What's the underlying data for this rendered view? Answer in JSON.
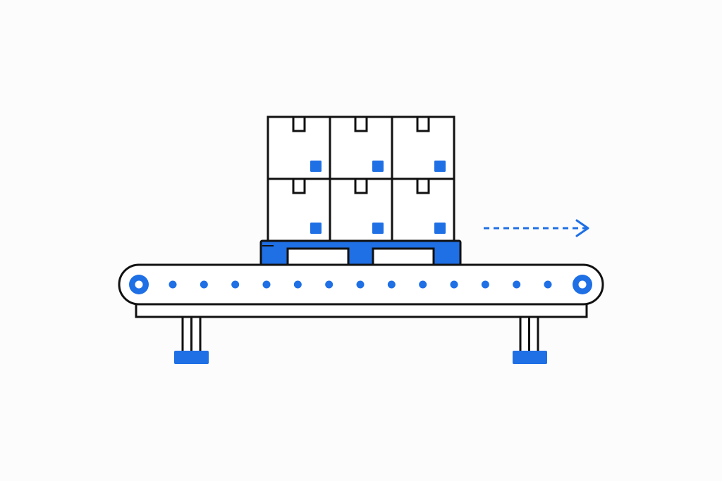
{
  "illustration": {
    "subject": "pallet-of-boxes-on-conveyor-belt",
    "colors": {
      "background": "#fcfcfc",
      "outline": "#111111",
      "accent": "#1f6fe5",
      "fill": "#ffffff"
    },
    "boxes": {
      "rows": 2,
      "columns": 3
    },
    "belt_rollers": 13,
    "direction": "right",
    "icons": [
      "box-icon",
      "pallet-icon",
      "conveyor-belt-icon",
      "arrow-right-icon"
    ]
  }
}
